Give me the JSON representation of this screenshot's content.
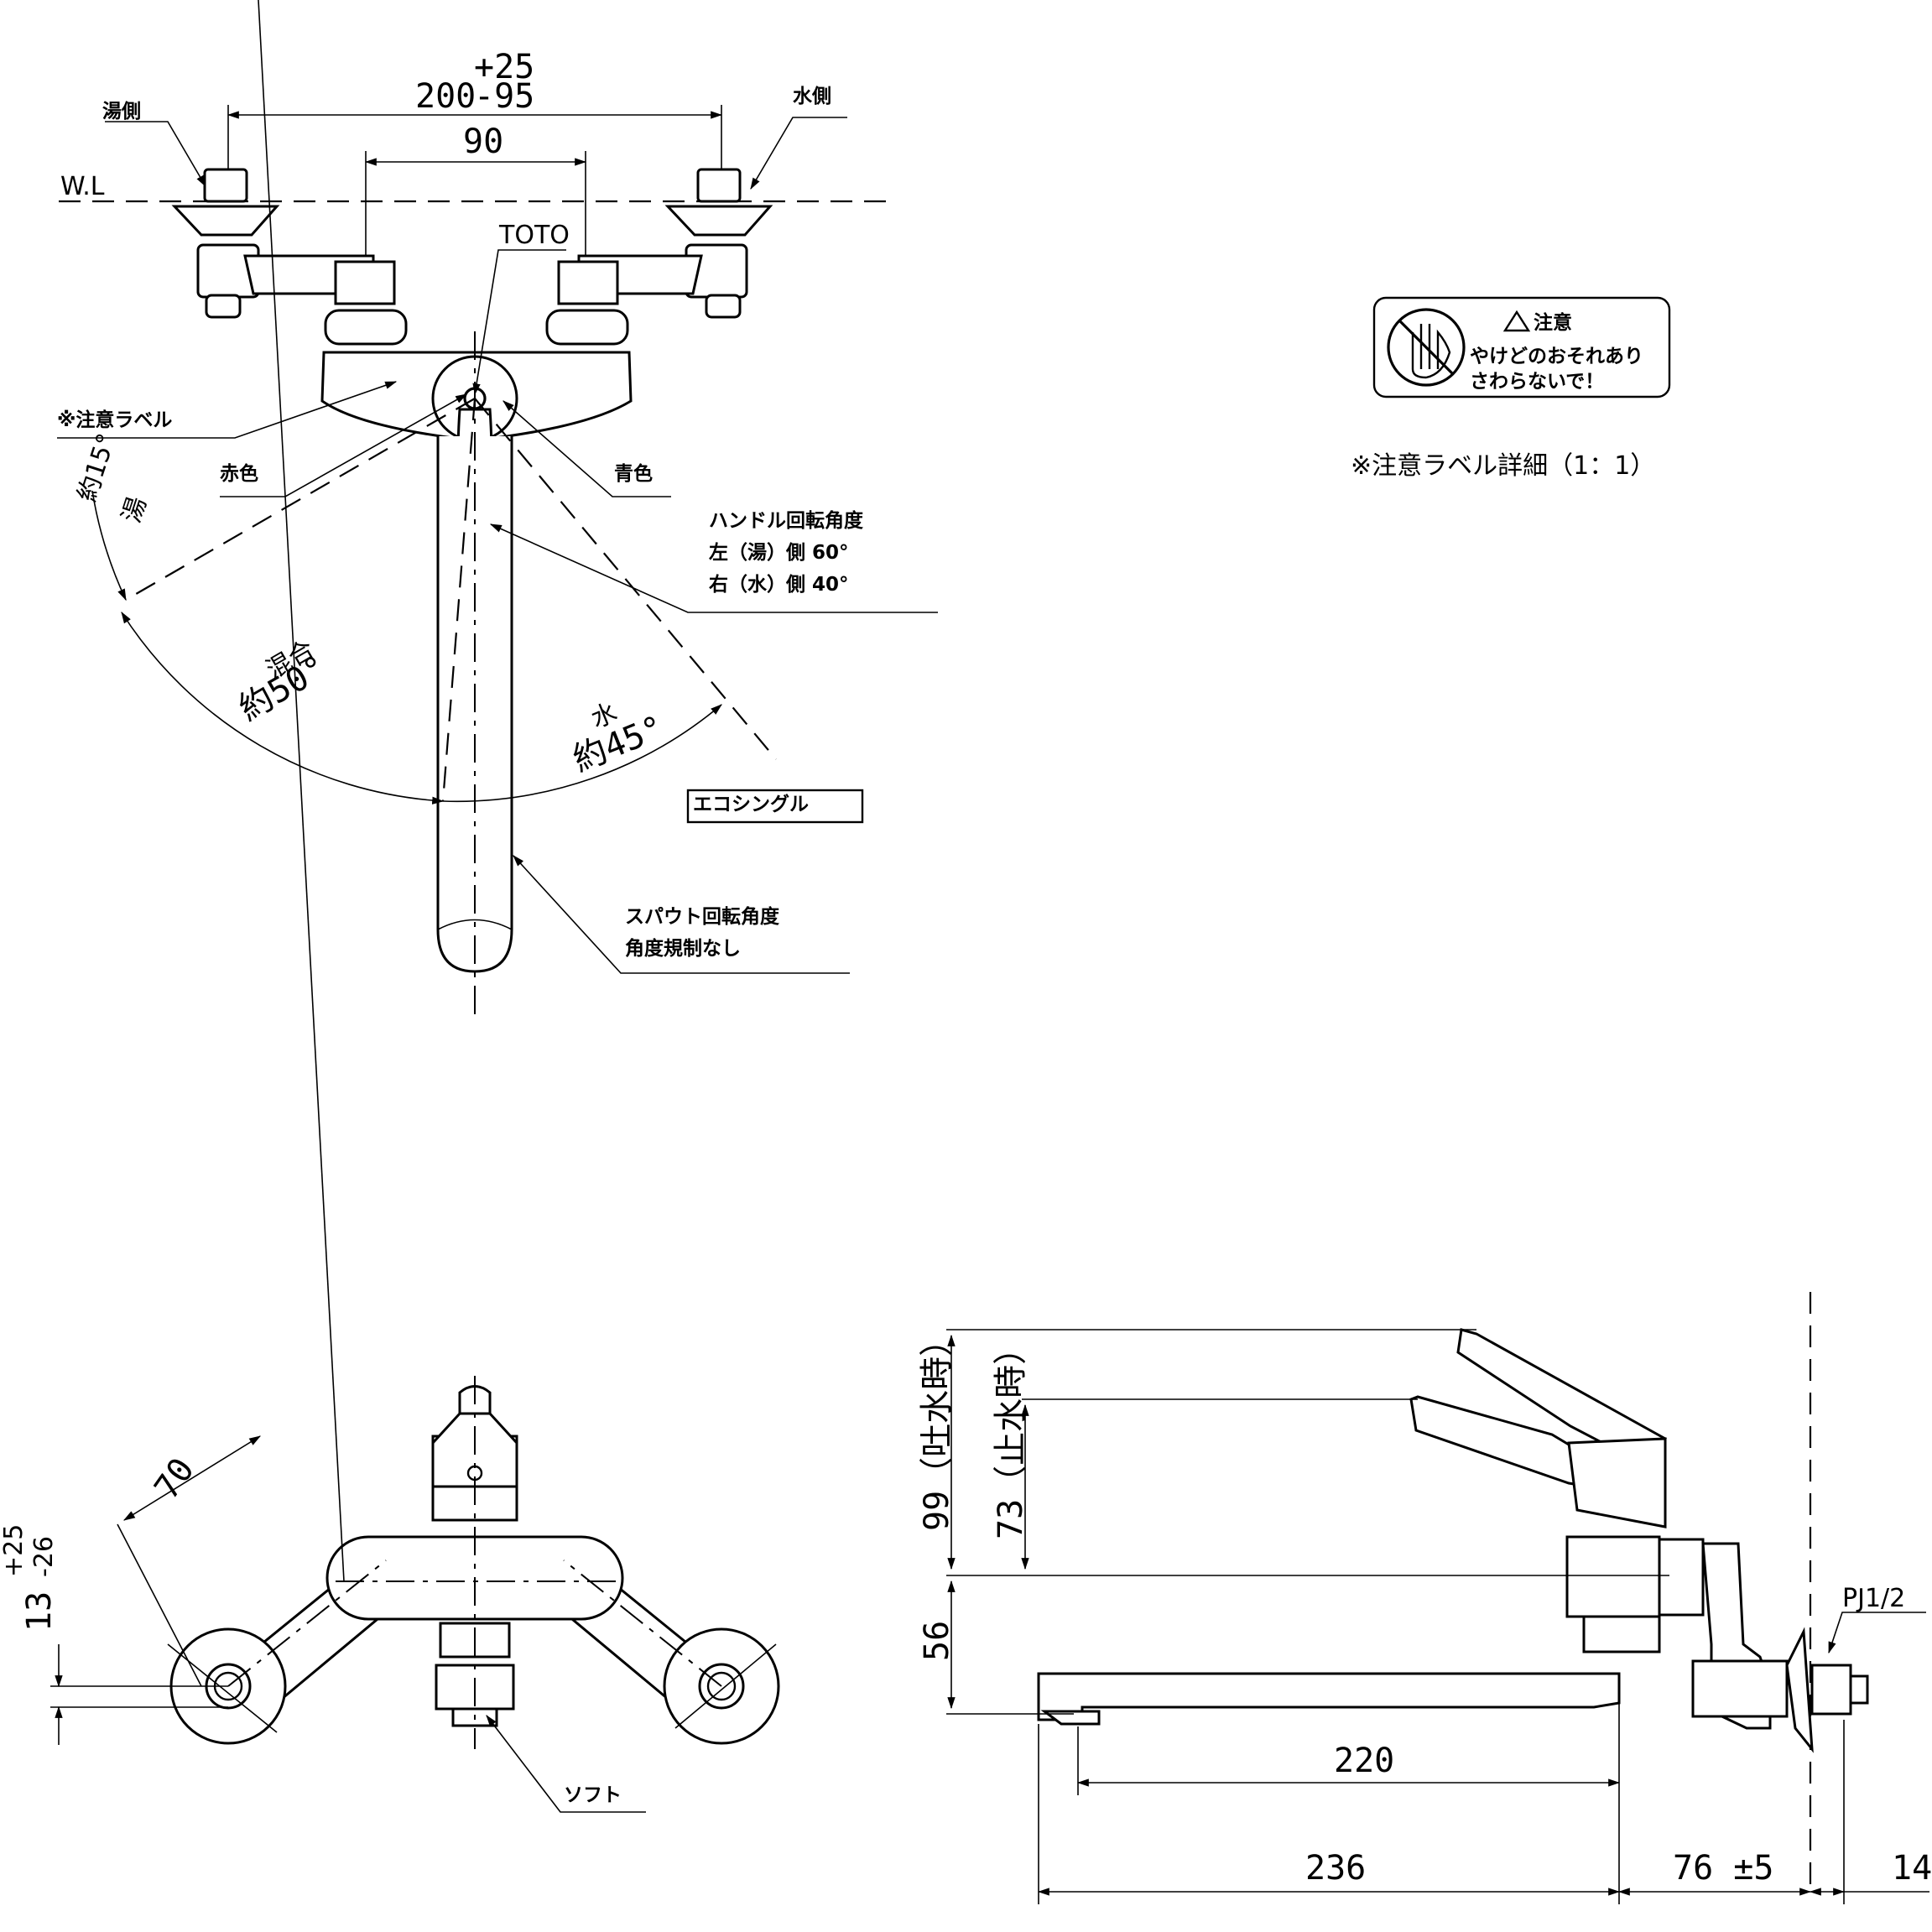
{
  "top_view": {
    "dim_total": "200",
    "dim_total_tol_upper": "+25",
    "dim_total_tol_lower": "-95",
    "dim_inner": "90",
    "water_level": "W.L",
    "hot_side": "湯側",
    "cold_side": "水側",
    "brand": "TOTO",
    "caution_label": "※注意ラベル",
    "red": "赤色",
    "blue": "青色",
    "hot_angle": "約15°",
    "hot_angle_label": "湯",
    "mix_angle": "約50°",
    "mix_angle_label": "混合",
    "cold_angle": "約45°",
    "cold_angle_label": "水",
    "handle_rotation_title": "ハンドル回転角度",
    "handle_rotation_left": "左（湯）側 60°",
    "handle_rotation_right": "右（水）側 40°",
    "model_box": "エコシングル",
    "spout_rotation_title": "スパウト回転角度",
    "spout_rotation_note": "角度規制なし"
  },
  "caution_sticker": {
    "title": "注意",
    "line1": "やけどのおそれあり",
    "line2": "さわらないで！",
    "caption": "※注意ラベル詳細（1：1）"
  },
  "front_view": {
    "dim_70": "70",
    "dim_vertical": "13",
    "dim_vertical_tol_upper": "+25",
    "dim_vertical_tol_lower": "-26",
    "soft_label": "ソフト"
  },
  "side_view": {
    "dim_99": "99（吐水時）",
    "dim_73": "73（止水時）",
    "dim_56": "56",
    "dim_220": "220",
    "dim_236": "236",
    "dim_76": "76 ±5",
    "dim_14": "14",
    "pipe_label": "PJ1/2"
  }
}
